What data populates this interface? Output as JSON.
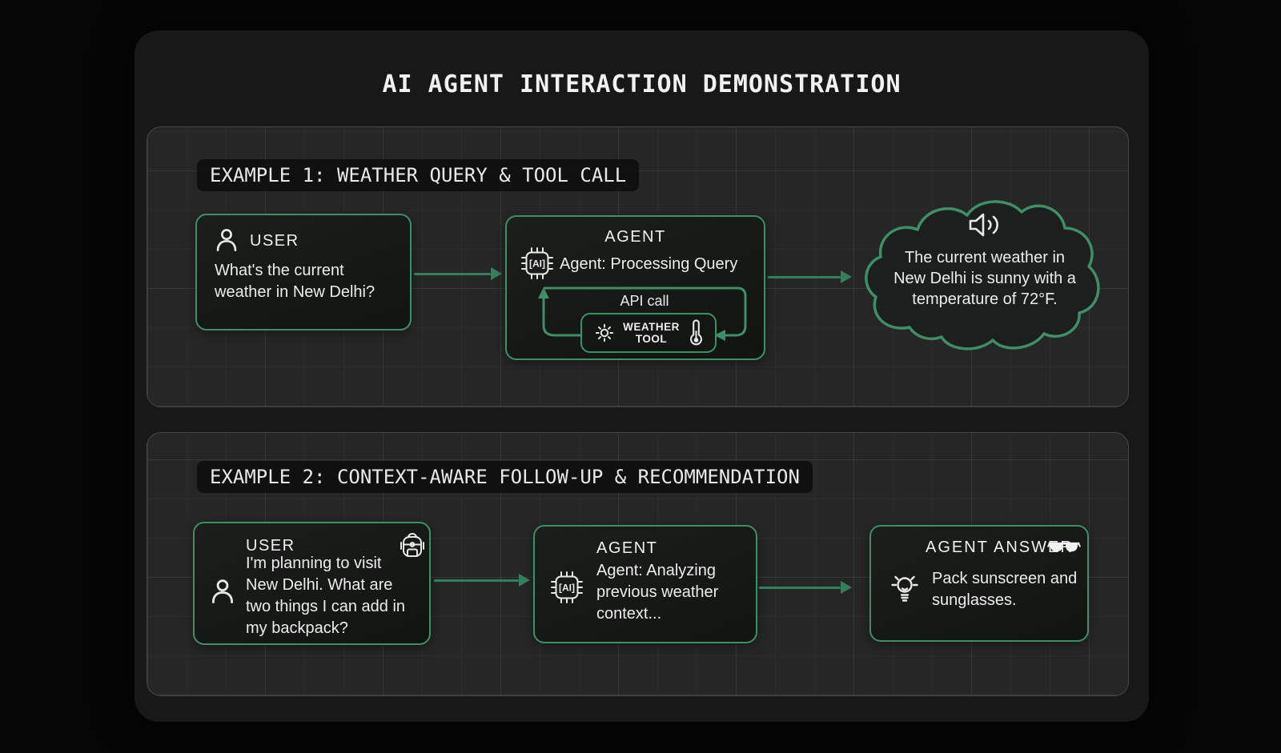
{
  "title": "AI AGENT INTERACTION DEMONSTRATION",
  "colors": {
    "accent_green": "#3E8E68",
    "arrow_green": "#35805C",
    "canvas_bg": "#181818",
    "panel_bg": "#262626",
    "box_bg": "#161816",
    "text_primary": "#ECECEC"
  },
  "example1": {
    "header": "EXAMPLE 1: WEATHER QUERY & TOOL CALL",
    "user": {
      "label": "USER",
      "icon": "person-icon",
      "message": "What's the current weather in New Delhi?"
    },
    "agent": {
      "label": "AGENT",
      "icon": "ai-chip-icon",
      "status": "Agent: Processing Query",
      "api_label": "API call",
      "tool_name": "WEATHER TOOL",
      "tool_icons": [
        "sun-icon",
        "thermometer-icon"
      ]
    },
    "cloud": {
      "icon": "speaker-icon",
      "message": "The current weather in New Delhi is sunny with a temperature of 72°F."
    }
  },
  "example2": {
    "header": "EXAMPLE 2: CONTEXT-AWARE FOLLOW-UP & RECOMMENDATION",
    "user": {
      "label": "USER",
      "icons": [
        "backpack-icon",
        "person-icon"
      ],
      "message": "I'm planning to visit New Delhi. What are two things I can add in my backpack?"
    },
    "agent": {
      "label": "AGENT",
      "icon": "ai-chip-icon",
      "status": "Agent: Analyzing previous weather context..."
    },
    "answer": {
      "label": "AGENT ANSWER",
      "icons": [
        "sunglasses-icon",
        "bulb-icon"
      ],
      "message": "Pack sunscreen and sunglasses."
    }
  }
}
